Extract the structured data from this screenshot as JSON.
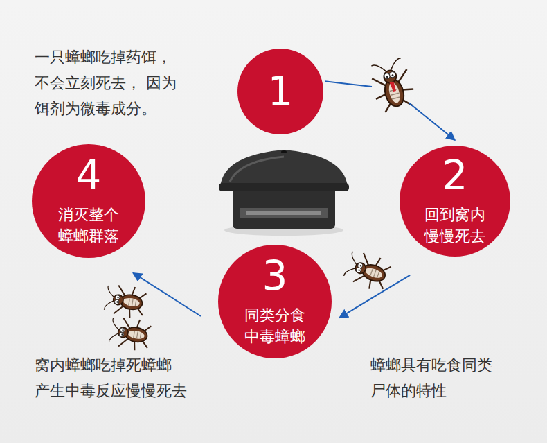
{
  "diagram": {
    "nodes": [
      {
        "text": [
          "1"
        ]
      },
      {
        "text": [
          "2",
          "回到窝内 慢慢死去"
        ]
      },
      {
        "text": [
          "3",
          "同类分食 中毒蟑螂"
        ]
      },
      {
        "text": [
          "4",
          "消灭整个 蟑螂群落"
        ]
      }
    ],
    "edges": [
      {
        "from": 0,
        "to": 1,
        "arrow": "to"
      },
      {
        "from": 1,
        "to": 2,
        "arrow": "to"
      },
      {
        "from": 2,
        "to": 3,
        "arrow": "to"
      }
    ],
    "labels": [
      "一只蟑螂吃掉药饵， 不会立刻死去， 因为饵剂为微毒成分。",
      "窝内蟑螂吃掉死蟑螂 产生中毒反应慢慢死去",
      "蟑螂具有吃食同类 尸体的特性"
    ]
  }
}
